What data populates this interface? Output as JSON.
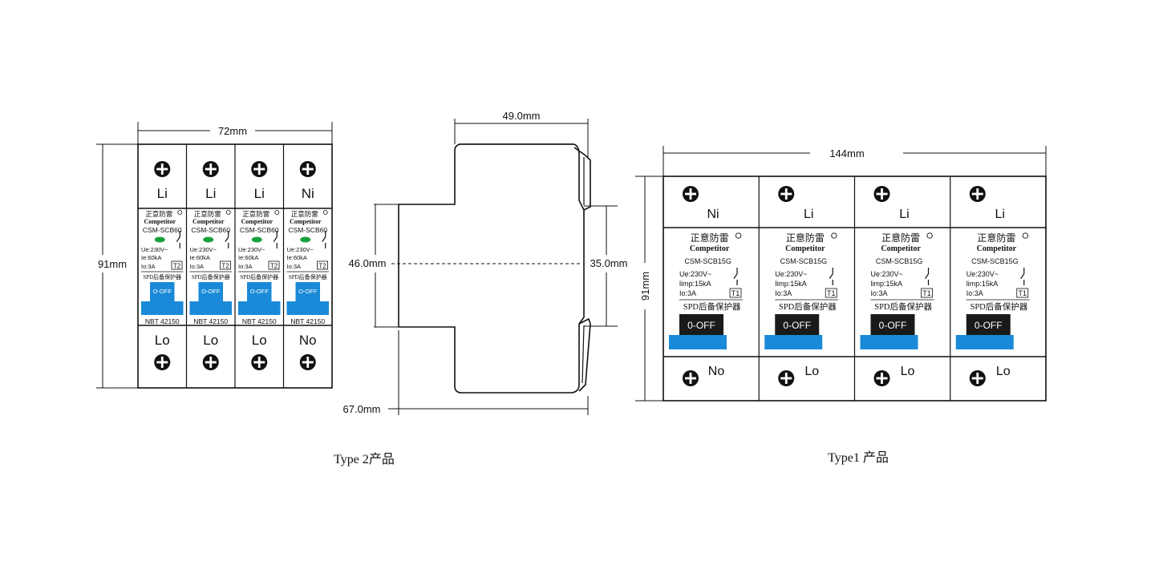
{
  "type2": {
    "width_label": "72mm",
    "height_label": "91mm",
    "caption": "Type 2产品",
    "poles": [
      {
        "top": "Li",
        "bottom": "Lo"
      },
      {
        "top": "Li",
        "bottom": "Lo"
      },
      {
        "top": "Li",
        "bottom": "Lo"
      },
      {
        "top": "Ni",
        "bottom": "No"
      }
    ],
    "brand_cn": "正意防雷",
    "brand_en": "Competitor",
    "model": "CSM-SCB60",
    "spec1": "Ue:230V~",
    "spec2": "Ie:60kA",
    "spec3": "Io:3A",
    "class_badge": "T2",
    "desc": "SPD后备保护器",
    "switch": "O-OFF",
    "standard": "NBT 42150"
  },
  "side": {
    "width_label": "49.0mm",
    "height_label": "46.0mm",
    "rail_label": "35.0mm",
    "depth_label": "67.0mm"
  },
  "type1": {
    "width_label": "144mm",
    "height_label": "91mm",
    "caption": "Type1 产品",
    "poles": [
      {
        "top": "Ni",
        "bottom": "No"
      },
      {
        "top": "Li",
        "bottom": "Lo"
      },
      {
        "top": "Li",
        "bottom": "Lo"
      },
      {
        "top": "Li",
        "bottom": "Lo"
      }
    ],
    "brand_cn": "正意防雷",
    "brand_en": "Competitor",
    "model": "CSM-SCB15G",
    "spec1": "Ue:230V~",
    "spec2": "limp:15kA",
    "spec3": "Io:3A",
    "class_badge": "T1",
    "desc": "SPD后备保护器",
    "switch": "0-OFF"
  },
  "colors": {
    "blue": "#1a8ad8",
    "led_green": "#1aa03c",
    "switch_dark": "#1a1a1a"
  }
}
